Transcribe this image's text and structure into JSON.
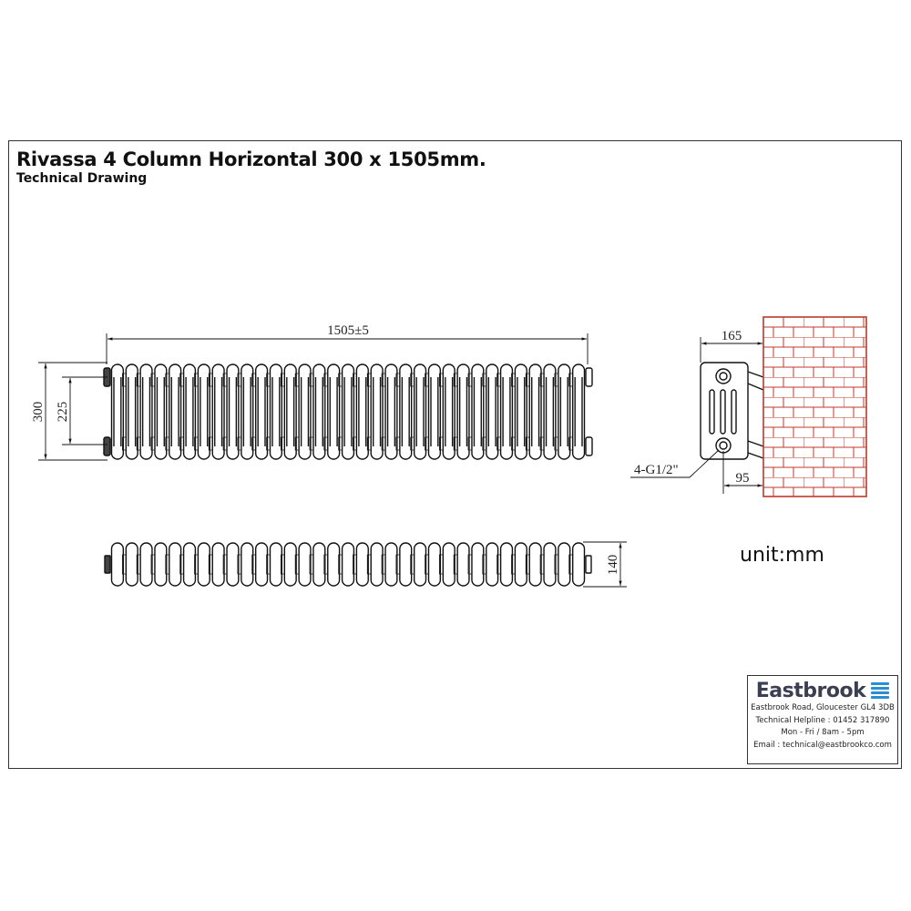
{
  "header": {
    "title": "Rivassa 4 Column Horizontal 300 x 1505mm.",
    "subtitle": "Technical Drawing"
  },
  "front_view": {
    "columns": 33,
    "width_dimension": "1505±5",
    "height_dimension": "300",
    "centres_dimension": "225"
  },
  "top_view": {
    "depth_dimension": "140"
  },
  "side_view": {
    "projection_dimension": "165",
    "wall_to_pipe_dimension": "95",
    "connection_label": "4-G1/2\"",
    "wall_color": "#c0392b"
  },
  "unit_label": "unit:mm",
  "brand": {
    "name": "Eastbrook",
    "mark_color": "#2a8fd1",
    "address": "Eastbrook Road, Gloucester GL4 3DB",
    "helpline": "Technical Helpline : 01452 317890",
    "hours": "Mon - Fri / 8am - 5pm",
    "email": "Email : technical@eastbrookco.com"
  }
}
